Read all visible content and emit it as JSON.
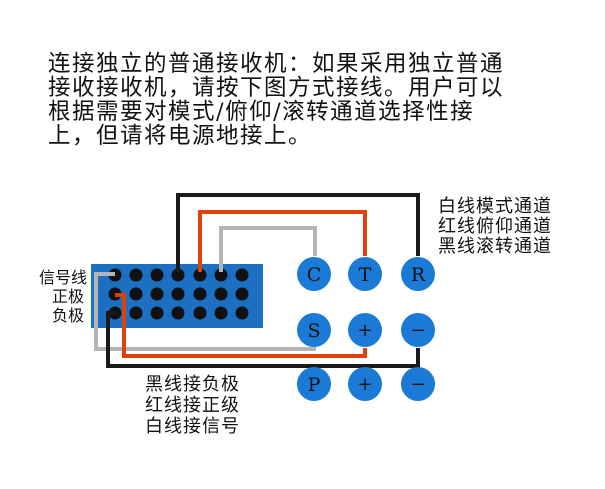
{
  "intro": {
    "lines": [
      "连接独立的普通接收机：如果采用独立普通",
      "接收接收机，请按下图方式接线。用户可以",
      "根据需要对模式/俯仰/滚转通道选择性接",
      "上，但请将电源地接上。"
    ]
  },
  "diagram": {
    "pin_labels": [
      "信号线",
      "正极",
      "负极"
    ],
    "channel_legend": [
      "白线模式通道",
      "红线俯仰通道",
      "黑线滚转通道"
    ],
    "power_legend": [
      "黑线接负极",
      "红线接正级",
      "白线接信号"
    ],
    "ports": {
      "C": "C",
      "T": "T",
      "R": "R",
      "S": "S",
      "S_plus": "+",
      "S_minus": "−",
      "P": "P",
      "P_plus": "+",
      "P_minus": "−"
    },
    "colors": {
      "connector": "#1d6fc1",
      "port": "#1b7ad6",
      "white_wire": "#b4b4b4",
      "red_wire": "#e0400a",
      "black_wire": "#1a1a1a",
      "pin": "#111111"
    }
  }
}
